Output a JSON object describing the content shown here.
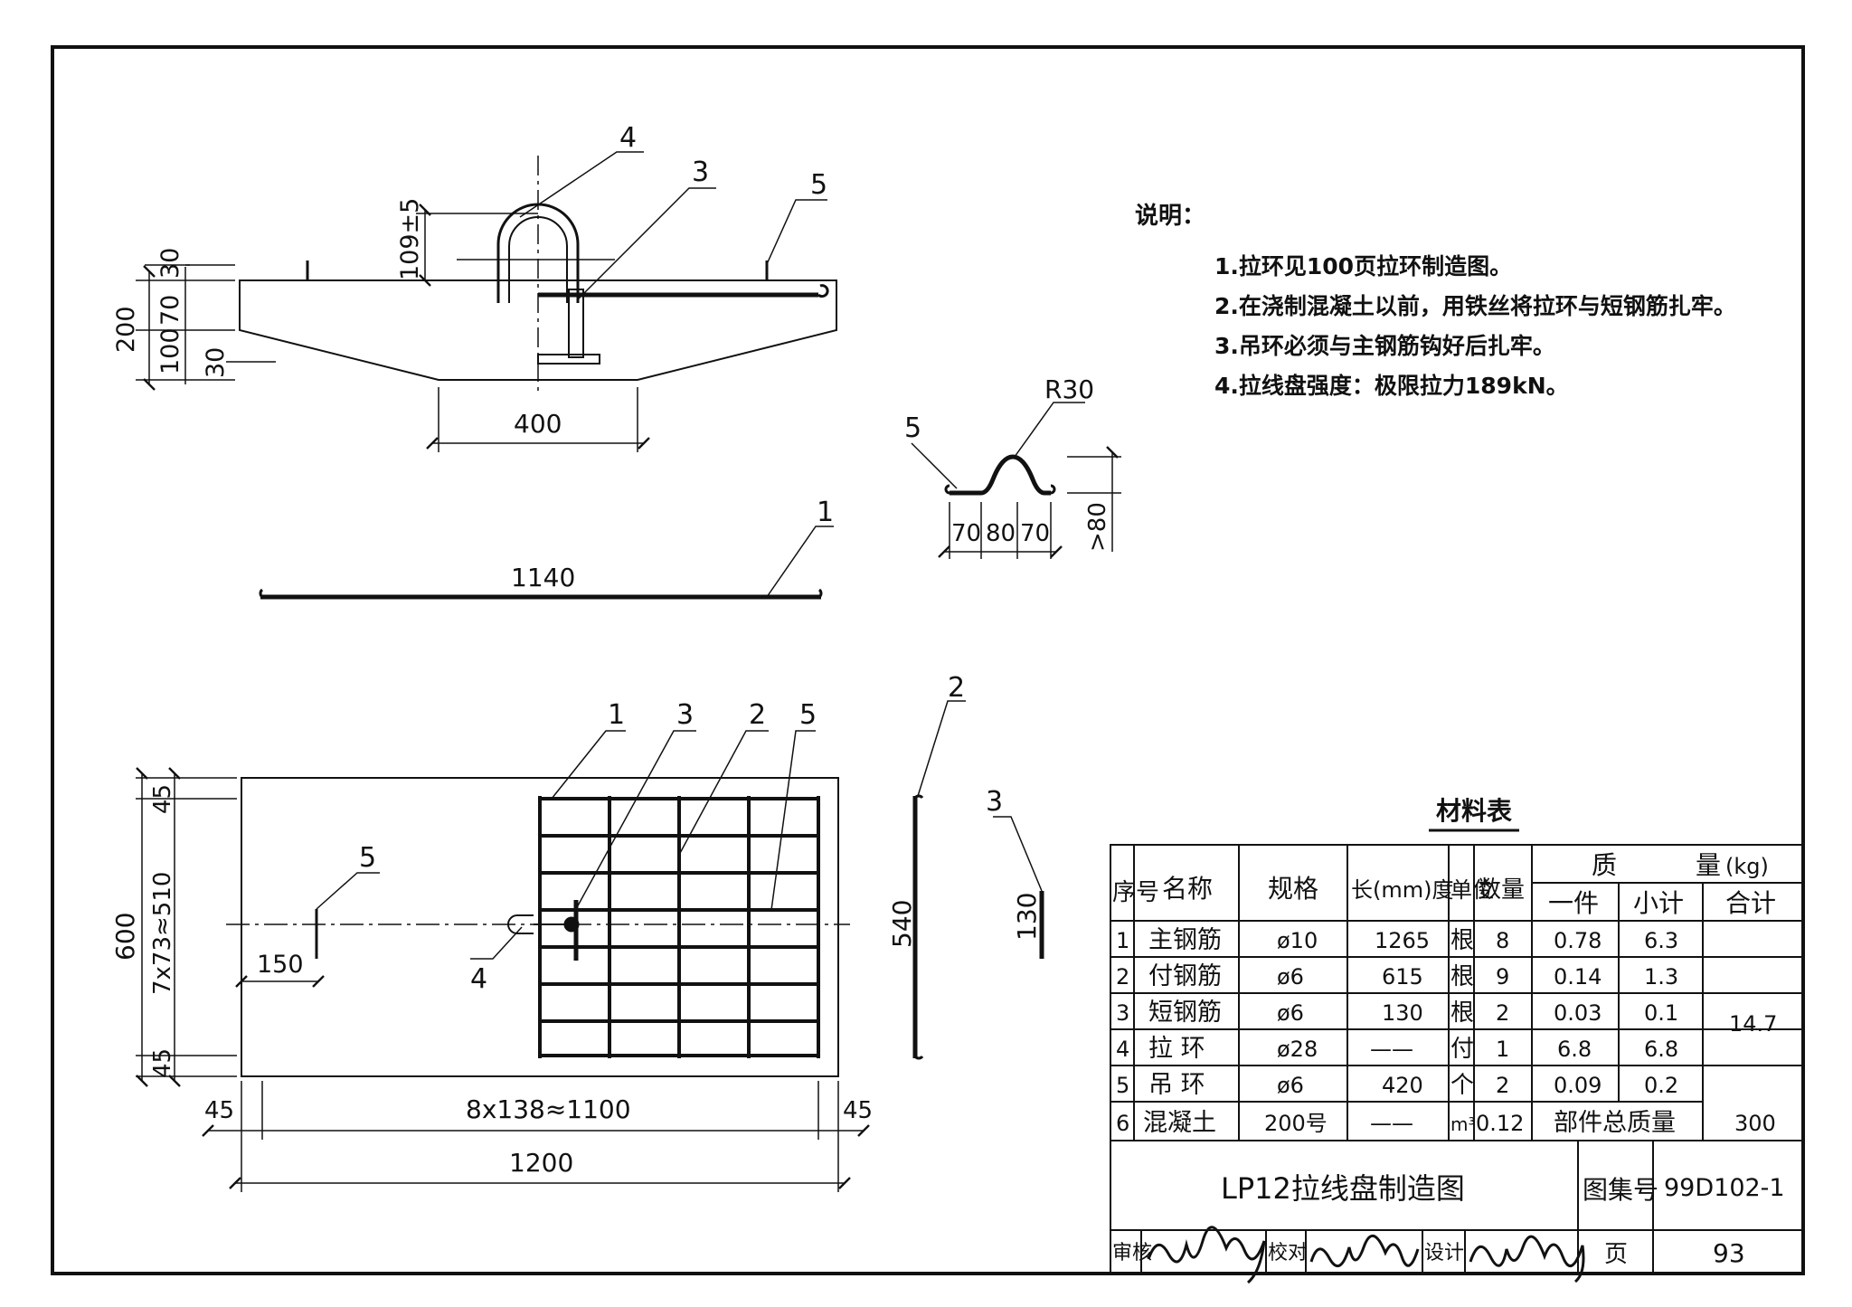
{
  "notes": {
    "title": "说明：",
    "items": [
      "1.拉环见100页拉环制造图。",
      "2.在浇制混凝土以前，用铁丝将拉环与短钢筋扎牢。",
      "3.吊环必须与主钢筋钩好后扎牢。",
      "4.拉线盘强度：极限拉力189kN。"
    ]
  },
  "section_view": {
    "callouts": [
      "4",
      "3",
      "5"
    ],
    "dims": {
      "d30a": "30",
      "d70": "70",
      "d100": "100",
      "d30b": "30",
      "d200": "200",
      "d109": "109±5",
      "d400": "400"
    }
  },
  "bar1": {
    "callout": "1",
    "length": "1140"
  },
  "hook5": {
    "callout": "5",
    "radius": "R30",
    "d70a": "70",
    "d80": "80",
    "d70b": "70",
    "h80": ">80"
  },
  "bar2": {
    "callout": "2",
    "length": "540"
  },
  "bar3": {
    "callout": "3",
    "length": "130"
  },
  "plan_view": {
    "callouts": {
      "c1": "1",
      "c3": "3",
      "c2": "2",
      "c5": "5",
      "c5b": "5",
      "c4": "4"
    },
    "dims": {
      "d45a": "45",
      "d510": "7x73≈510",
      "d45b": "45",
      "d600": "600",
      "d150": "150",
      "d45l": "45",
      "d1100": "8x138≈1100",
      "d45r": "45",
      "d1200": "1200"
    }
  },
  "materials": {
    "caption": "材料表",
    "headers": {
      "seq": "序号",
      "name": "名称",
      "spec": "规格",
      "length": "长(mm)度",
      "unit": "单位",
      "qty": "数量",
      "mass": "质",
      "mass2": "量",
      "mass_unit": "(kg)",
      "each": "一件",
      "subtotal": "小计",
      "total": "合计"
    },
    "rows": [
      {
        "no": "1",
        "name": "主钢筋",
        "spec": "ø10",
        "length": "1265",
        "unit": "根",
        "qty": "8",
        "each": "0.78",
        "subtotal": "6.3"
      },
      {
        "no": "2",
        "name": "付钢筋",
        "spec": "ø6",
        "length": "615",
        "unit": "根",
        "qty": "9",
        "each": "0.14",
        "subtotal": "1.3"
      },
      {
        "no": "3",
        "name": "短钢筋",
        "spec": "ø6",
        "length": "130",
        "unit": "根",
        "qty": "2",
        "each": "0.03",
        "subtotal": "0.1"
      },
      {
        "no": "4",
        "name": "拉 环",
        "spec": "ø28",
        "length": "——",
        "unit": "付",
        "qty": "1",
        "each": "6.8",
        "subtotal": "6.8"
      },
      {
        "no": "5",
        "name": "吊 环",
        "spec": "ø6",
        "length": "420",
        "unit": "个",
        "qty": "2",
        "each": "0.09",
        "subtotal": "0.2"
      }
    ],
    "total_15": "14.7",
    "row6": {
      "no": "6",
      "name": "混凝土",
      "spec": "200号",
      "length": "——",
      "unit": "m³",
      "qty": "0.12",
      "label": "部件总质量",
      "value": "300"
    }
  },
  "title_block": {
    "title": "LP12拉线盘制造图",
    "atlas_label": "图集号",
    "atlas_no": "99D102-1",
    "page_label": "页",
    "page_no": "93",
    "review": "审核",
    "check": "校对",
    "design": "设计"
  }
}
